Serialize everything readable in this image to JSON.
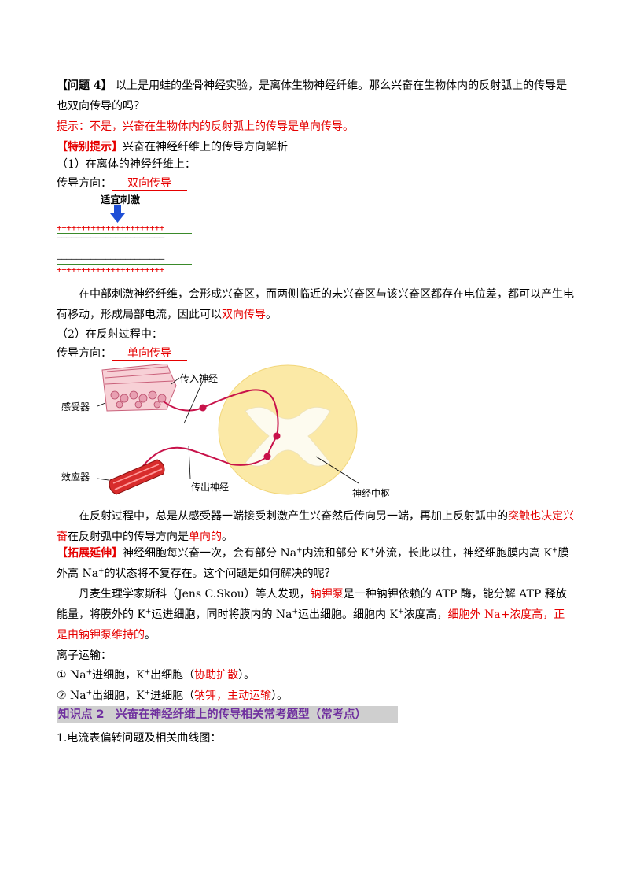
{
  "q4": {
    "label": "【问题 4】",
    "text": " 以上是用蛙的坐骨神经实验，是离体生物神经纤维。那么兴奋在生物体内的反射弧上的传导是也双向传导的吗？"
  },
  "hint": "提示：不是，兴奋在生物体内的反射弧上的传导是单向传导。",
  "tip": {
    "label": "【特别提示】",
    "text": "兴奋在神经纤维上的传导方向解析"
  },
  "s1": {
    "title": "（1）在离体的神经纤维上：",
    "dir_label": "传导方向：",
    "dir_value": "双向传导"
  },
  "stim_label": "适宜刺激",
  "plus_row": "++++++++++++++++++++++",
  "minus_row": "––––––––––––––––––––––",
  "p1": {
    "a": "在中部刺激神经纤维，会形成兴奋区，而两侧临近的未兴奋区与该兴奋区都存在电位差，都可以产生电荷移动，形成局部电流，因此可以",
    "b": "双向传导",
    "c": "。"
  },
  "s2": {
    "title": "（2）在反射过程中：",
    "dir_label": "传导方向：",
    "dir_value": "单向传导"
  },
  "diagram": {
    "receptor": "感受器",
    "afferent": "传入神经",
    "effector": "效应器",
    "efferent": "传出神经",
    "center": "神经中枢"
  },
  "p2": {
    "a": "在反射过程中，总是从感受器一端接受刺激产生兴奋然后传向另一端，再加上反射弧中的",
    "b": "突触也决定兴奋",
    "c": "在反射弧中的传导方向是",
    "d": "单向的",
    "e": "。"
  },
  "ext": {
    "label": "【拓展延伸】",
    "t1": "神经细胞每兴奋一次，会有部分 Na",
    "t2": "内流和部分 K",
    "t3": "外流，长此以往，神经细胞膜内高 K",
    "t4": "膜外高 Na",
    "t5": "的状态将不复存在。这个问题是如何解决的呢？",
    "sup": "+"
  },
  "p3": {
    "a": "丹麦生理学家斯科（Jens C.Skou）等人发现，",
    "b": "钠钾泵",
    "c": "是一种钠钾依赖的 ATP 酶，能分解 ATP 释放能量，将膜外的 K",
    "d": "运进细胞，同时将膜内的 Na",
    "e": "运出细胞。细胞内 K",
    "f": "浓度高，",
    "g": "细胞外 Na+浓度高，正是由钠钾泵维持的",
    "h": "。"
  },
  "ion": {
    "title": "离子运输：",
    "l1a": "① Na",
    "l1b": "进细胞，K",
    "l1c": "出细胞（",
    "l1d": "协助扩散",
    "l1e": "）。",
    "l2a": "② Na",
    "l2b": "出细胞，K",
    "l2c": "进细胞（",
    "l2d": "钠钾，主动运输",
    "l2e": "）。"
  },
  "kp2": "知识点 2　兴奋在神经纤维上的传导相关常考题型（常考点）",
  "item1": "1.电流表偏转问题及相关曲线图："
}
